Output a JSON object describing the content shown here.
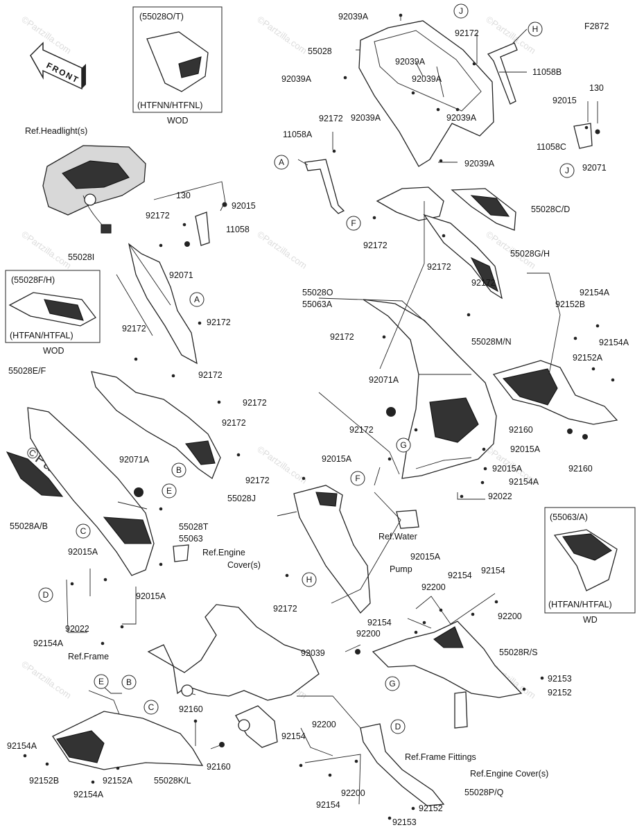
{
  "figure_code": "F2872",
  "front_arrow": "FRONT",
  "watermark": "©Partzilla.com",
  "watermark_big": "©Partzilla.com",
  "insets": {
    "top": {
      "part": "(55028O/T)",
      "model": "(HTFNN/HTFNL)",
      "note": "WOD"
    },
    "left": {
      "part": "(55028F/H)",
      "model": "(HTFAN/HTFAL)",
      "note": "WOD"
    },
    "right": {
      "part": "(55063/A)",
      "model": "(HTFAN/HTFAL)",
      "note": "WD"
    }
  },
  "callouts": [
    "A",
    "B",
    "C",
    "D",
    "E",
    "F",
    "G",
    "H",
    "J"
  ],
  "labels": {
    "l001": "92039A",
    "l002": "55028",
    "l003": "92039A",
    "l004": "92039A",
    "l005": "92039A",
    "l006": "92172",
    "l007": "11058B",
    "l008": "92039A",
    "l009": "92039A",
    "l010": "92039A",
    "l011": "11058A",
    "l012": "92172",
    "l013": "130",
    "l014": "92015",
    "l015": "11058C",
    "l016": "92071",
    "l017": "Ref.Headlight(s)",
    "l018": "130",
    "l019": "92015",
    "l020": "92172",
    "l021": "11058",
    "l022": "55028I",
    "l023": "92071",
    "l024": "92172",
    "l025": "55028C/D",
    "l026": "92172",
    "l027": "92172",
    "l028": "55028G/H",
    "l029": "92172",
    "l030": "55028O",
    "l031": "55063A",
    "l032": "92154A",
    "l033": "92152B",
    "l034": "92154A",
    "l035": "92152A",
    "l036": "92172",
    "l037": "55028M/N",
    "l038": "92071A",
    "l039": "92172",
    "l040": "55028E/F",
    "l041": "92172",
    "l042": "92172",
    "l043": "92172",
    "l044": "92071A",
    "l045": "92172",
    "l046": "92160",
    "l047": "92015A",
    "l048": "92015A",
    "l049": "92015A",
    "l050": "92160",
    "l051": "92154A",
    "l052": "92022",
    "l053": "92172",
    "l054": "55028J",
    "l055": "55028A/B",
    "l056": "55028T",
    "l057": "55063",
    "l058": "Ref.Engine",
    "l059": "Cover(s)",
    "l060": "92015A",
    "l061": "Ref.Water",
    "l062": "Pump",
    "l063": "92154",
    "l064": "92154",
    "l065": "92200",
    "l066": "92015A",
    "l067": "92015A",
    "l068": "92172",
    "l069": "92200",
    "l070": "92154",
    "l071": "92022",
    "l072": "92200",
    "l073": "55028R/S",
    "l074": "92154A",
    "l075": "92039",
    "l076": "Ref.Frame",
    "l077": "92153",
    "l078": "92152",
    "l079": "92160",
    "l080": "92200",
    "l081": "92154",
    "l082": "Ref.Frame Fittings",
    "l083": "92154A",
    "l084": "92160",
    "l085": "Ref.Engine Cover(s)",
    "l086": "92200",
    "l087": "92154",
    "l088": "55028P/Q",
    "l089": "92152B",
    "l090": "92152A",
    "l091": "55028K/L",
    "l092": "92152",
    "l093": "92154A",
    "l094": "92153"
  }
}
